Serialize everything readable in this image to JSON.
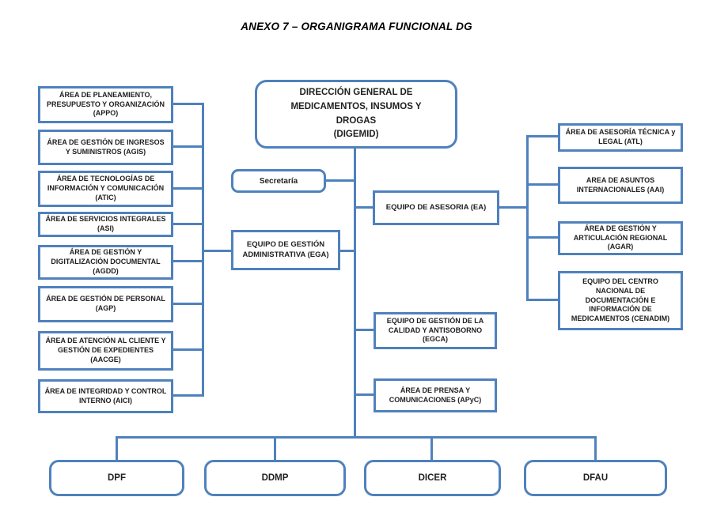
{
  "title": "ANEXO 7 – ORGANIGRAMA FUNCIONAL DG",
  "colors": {
    "line": "#4f81bd",
    "text": "#1f1f1f",
    "background": "#ffffff"
  },
  "nodes": {
    "digemid": {
      "label": [
        "DIRECCIÓN GENERAL DE",
        "MEDICAMENTOS, INSUMOS Y",
        "DROGAS",
        "(DIGEMID)"
      ]
    },
    "secretaria": {
      "label": [
        "Secretaría"
      ]
    },
    "ega": {
      "label": [
        "EQUIPO DE GESTIÓN",
        "ADMINISTRATIVA (EGA)"
      ]
    },
    "ea": {
      "label": [
        "EQUIPO DE ASESORIA (EA)"
      ]
    },
    "egca": {
      "label": [
        "EQUIPO DE GESTIÓN DE LA",
        "CALIDAD Y ANTISOBORNO",
        "(EGCA)"
      ]
    },
    "apyc": {
      "label": [
        "ÁREA DE PRENSA Y",
        "COMUNICACIONES (APyC)"
      ]
    },
    "appo": {
      "label": [
        "ÁREA DE PLANEAMIENTO,",
        "PRESUPUESTO Y ORGANIZACIÓN",
        "(APPO)"
      ]
    },
    "agis": {
      "label": [
        "ÁREA DE GESTIÓN DE INGRESOS",
        "Y SUMINISTROS (AGIS)"
      ]
    },
    "atic": {
      "label": [
        "ÁREA DE TECNOLOGÍAS DE",
        "INFORMACIÓN Y COMUNICACIÓN",
        "(ATIC)"
      ]
    },
    "asi": {
      "label": [
        "ÁREA DE SERVICIOS INTEGRALES",
        "(ASI)"
      ]
    },
    "agdd": {
      "label": [
        "ÁREA DE GESTIÓN Y",
        "DIGITALIZACIÓN DOCUMENTAL",
        "(AGDD)"
      ]
    },
    "agp": {
      "label": [
        "ÁREA DE GESTIÓN DE PERSONAL",
        "(AGP)"
      ]
    },
    "aacge": {
      "label": [
        "ÁREA DE ATENCIÓN AL CLIENTE Y",
        "GESTIÓN DE EXPEDIENTES",
        "(AACGE)"
      ]
    },
    "aici": {
      "label": [
        "ÁREA DE INTEGRIDAD Y CONTROL",
        "INTERNO (AICI)"
      ]
    },
    "atl": {
      "label": [
        "ÁREA DE ASESORÍA TÉCNICA y",
        "LEGAL (ATL)"
      ]
    },
    "aai": {
      "label": [
        "AREA DE ASUNTOS",
        "INTERNACIONALES (AAI)"
      ]
    },
    "agar": {
      "label": [
        "ÁREA DE GESTIÓN Y",
        "ARTICULACIÓN REGIONAL",
        "(AGAR)"
      ]
    },
    "cenadim": {
      "label": [
        "EQUIPO DEL CENTRO",
        "NACIONAL DE",
        "DOCUMENTACIÓN E",
        "INFORMACIÓN DE",
        "MEDICAMENTOS (CENADIM)"
      ]
    },
    "dpf": {
      "label": [
        "DPF"
      ]
    },
    "ddmp": {
      "label": [
        "DDMP"
      ]
    },
    "dicer": {
      "label": [
        "DICER"
      ]
    },
    "dfau": {
      "label": [
        "DFAU"
      ]
    }
  },
  "hierarchy": {
    "root": "digemid",
    "attached_to_trunk": [
      "secretaria",
      "ega",
      "ea",
      "egca",
      "apyc"
    ],
    "ega_bus_children": [
      "appo",
      "agis",
      "atic",
      "asi",
      "agdd",
      "agp",
      "aacge",
      "aici"
    ],
    "ea_bus_children": [
      "atl",
      "aai",
      "agar",
      "cenadim"
    ],
    "bottom_row": [
      "dpf",
      "ddmp",
      "dicer",
      "dfau"
    ]
  }
}
